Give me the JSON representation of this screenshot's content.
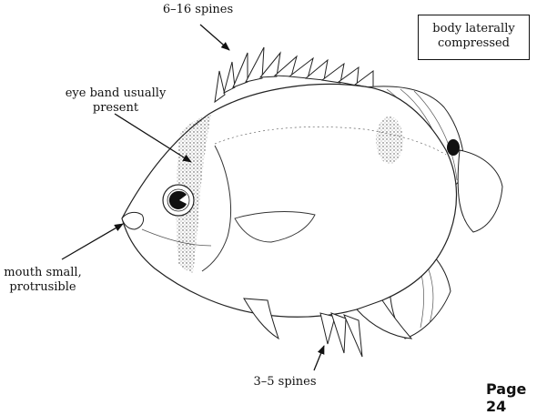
{
  "labels": {
    "top_spines": "6–16 spines",
    "eye_band_line1": "eye band usually",
    "eye_band_line2": "present",
    "mouth_line1": "mouth small,",
    "mouth_line2": "protrusible",
    "bottom_spines": "3–5 spines",
    "body_line1": "body laterally",
    "body_line2": "compressed"
  },
  "page_number": "Page 24"
}
